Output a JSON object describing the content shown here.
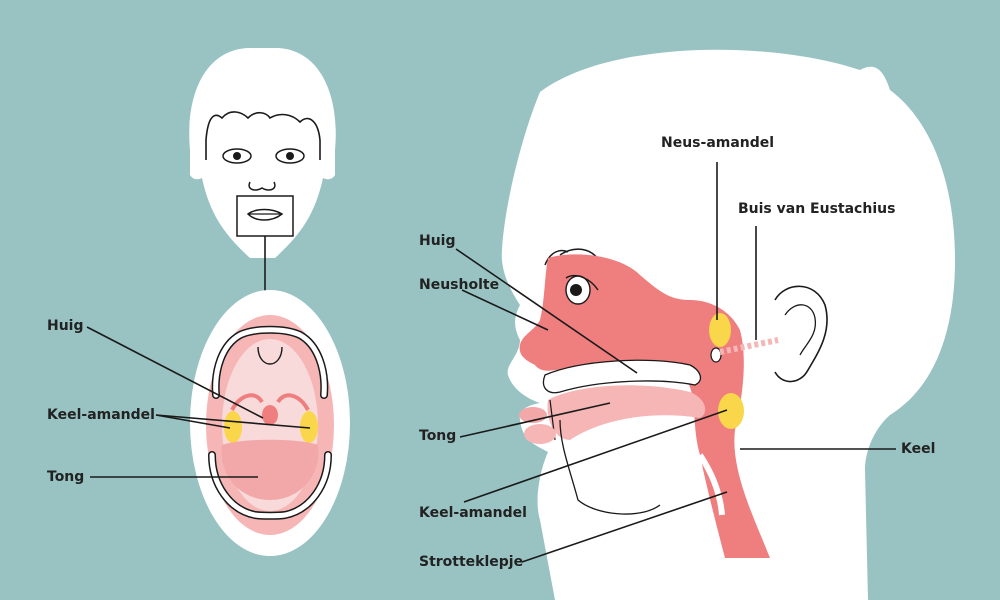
{
  "colors": {
    "background": "#99c3c3",
    "skin": "#ffffff",
    "tissue": "#ef7e7e",
    "tissue_light": "#f6b6b6",
    "tonsil": "#f9d64a",
    "line": "#1a1a1a"
  },
  "front_view": {
    "labels": {
      "huig": "Huig",
      "keel_amandel": "Keel-amandel",
      "tong": "Tong"
    }
  },
  "side_view": {
    "labels": {
      "neus_amandel": "Neus-amandel",
      "buis_van_eustachius": "Buis van Eustachius",
      "huig": "Huig",
      "neusholte": "Neusholte",
      "tong": "Tong",
      "keel": "Keel",
      "keel_amandel": "Keel-amandel",
      "strotteklepje": "Strotteklepje"
    }
  }
}
